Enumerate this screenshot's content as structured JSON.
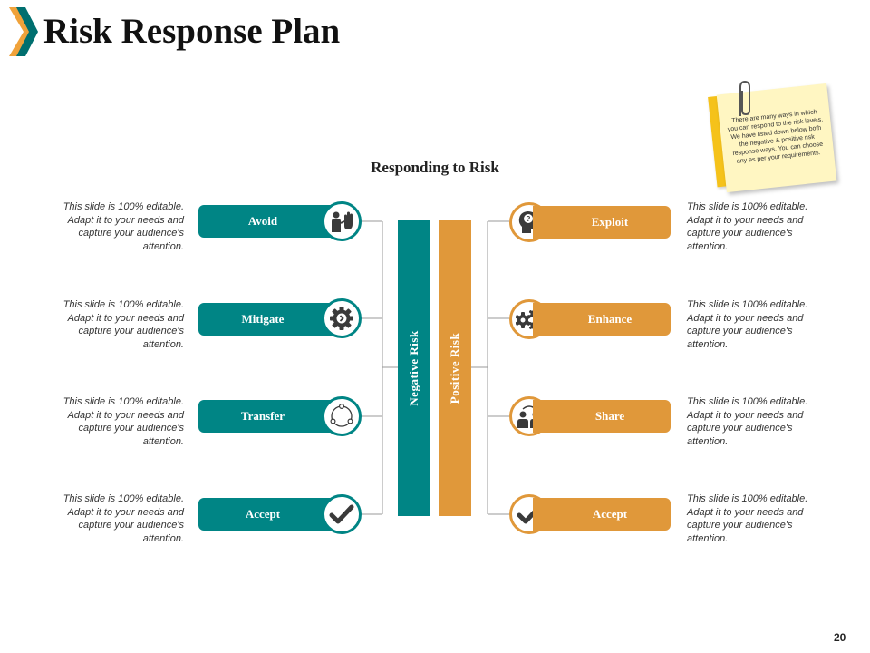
{
  "title": "Risk Response Plan",
  "subtitle": "Responding to Risk",
  "note": "There are many ways in which you can respond to the risk levels. We have listed down below both the negative & positive risk response ways. You can choose any as per your requirements.",
  "bars": {
    "negative": "Negative Risk",
    "positive": "Positive Risk"
  },
  "negative": [
    {
      "label": "Avoid",
      "icon": "stop-hand-person-icon",
      "desc": "This slide is 100% editable. Adapt it to your needs and capture your audience's attention."
    },
    {
      "label": "Mitigate",
      "icon": "gear-icon",
      "desc": "This slide is 100% editable. Adapt it to your needs and capture your audience's attention."
    },
    {
      "label": "Transfer",
      "icon": "cycle-icon",
      "desc": "This slide is 100% editable. Adapt it to your needs and capture your audience's attention."
    },
    {
      "label": "Accept",
      "icon": "checkmark-icon",
      "desc": "This slide is 100% editable. Adapt it to your needs and capture your audience's attention."
    }
  ],
  "positive": [
    {
      "label": "Exploit",
      "icon": "head-question-icon",
      "desc": "This slide is 100% editable. Adapt it to your needs and capture your audience's attention."
    },
    {
      "label": "Enhance",
      "icon": "gears-icon",
      "desc": "This slide is 100% editable. Adapt it to your needs and capture your audience's attention."
    },
    {
      "label": "Share",
      "icon": "people-exchange-icon",
      "desc": "This slide is 100% editable. Adapt it to your needs and capture your audience's attention."
    },
    {
      "label": "Accept",
      "icon": "checkmark-icon",
      "desc": "This slide is 100% editable. Adapt it to your needs and capture your audience's attention."
    }
  ],
  "page_number": "20",
  "colors": {
    "teal": "#008585",
    "orange": "#e0983a",
    "note": "#fff6c2",
    "note_back": "#f5c21a"
  }
}
